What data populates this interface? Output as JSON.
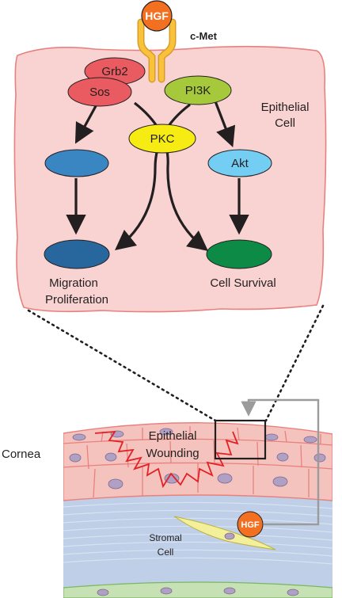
{
  "signaling": {
    "ligand": "HGF",
    "receptor": "c-Met",
    "cell_label_line1": "Epithelial",
    "cell_label_line2": "Cell",
    "nodes": {
      "grb2": "Grb2",
      "sos": "Sos",
      "pi3k": "PI3K",
      "pkc": "PKC",
      "akt": "Akt"
    },
    "outcomes": {
      "migration": "Migration",
      "proliferation": "Proliferation",
      "survival": "Cell Survival"
    }
  },
  "tissue": {
    "organ_label": "Cornea",
    "wound_label_line1": "Epithelial",
    "wound_label_line2": "Wounding",
    "stromal_label_line1": "Stromal",
    "stromal_label_line2": "Cell",
    "stromal_secretion": "HGF"
  },
  "colors": {
    "cell_fill": "#f9d3d2",
    "cell_stroke": "#e8817e",
    "receptor": "#f8c33a",
    "hgf": "#f37021",
    "grb2": "#ea5b61",
    "sos": "#ea5b61",
    "pi3k": "#a6c93b",
    "pkc": "#f6ec13",
    "akt": "#74cdf3",
    "mapk": "#3a86c3",
    "migration_node": "#28679d",
    "survival_node": "#0d8a45",
    "wound_line": "#e32124",
    "stroma": "#bfcfe8",
    "epithelium": "#f5c3bd",
    "endothelium": "#c6e2b4",
    "nucleus": "#b0a0c4",
    "stromal_cell": "#f3ef9a"
  }
}
